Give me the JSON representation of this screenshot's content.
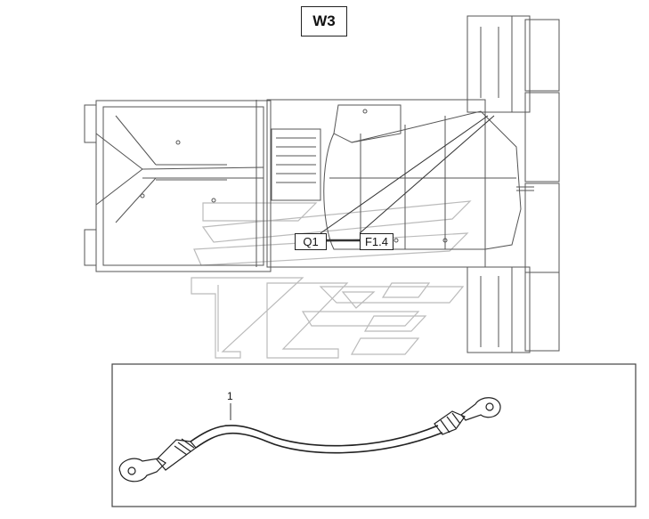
{
  "diagram": {
    "title": "W3",
    "callouts": {
      "q1": "Q1",
      "f14": "F1.4"
    },
    "detail": {
      "item_number": "1",
      "part": "battery-cable-with-ring-terminals"
    }
  }
}
